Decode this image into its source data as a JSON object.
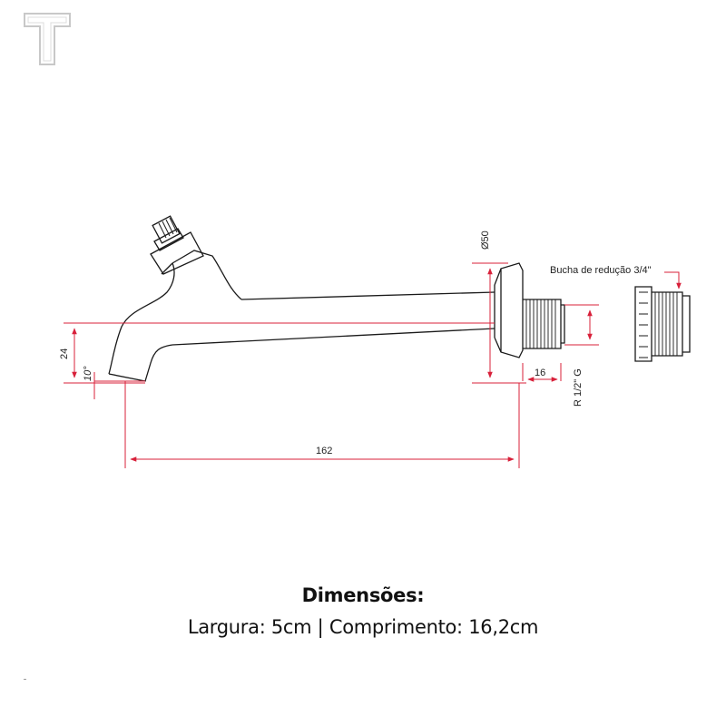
{
  "caption": {
    "title": "Dimensões:",
    "dimensions": "Largura: 5cm | Comprimento: 16,2cm"
  },
  "dimensions": {
    "flange_diameter": "Ø50",
    "reducer_note": "Bucha de redução 3/4\"",
    "outlet_height": "24",
    "outlet_angle": "10°",
    "thread_length": "16",
    "thread_spec": "R 1/2\" G",
    "total_length": "162"
  },
  "colors": {
    "outline": "#1a1a1a",
    "dimension": "#d8203a",
    "logo": "#c8c8c8"
  },
  "icons": {
    "logo": "t-logo-icon"
  }
}
